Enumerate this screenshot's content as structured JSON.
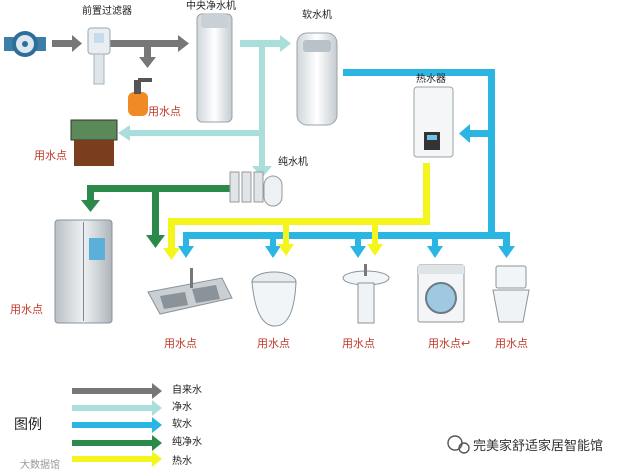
{
  "colors": {
    "tap_water": "#777777",
    "clean_water": "#a9dedb",
    "soft_water": "#2ab5e3",
    "pure_water": "#2b8a4a",
    "hot_water": "#f5f51e",
    "use_point_text": "#c0392b"
  },
  "devices": {
    "prefilter": "前置过滤器",
    "central_purifier": "中央净水机",
    "softener": "软水机",
    "water_heater": "热水器",
    "pure_water_machine": "纯水机"
  },
  "use_point": "用水点",
  "use_point_washer": "用水点↩",
  "legend": {
    "title": "图例",
    "items": [
      {
        "label": "自来水",
        "color": "#777777"
      },
      {
        "label": "净水",
        "color": "#a9dedb"
      },
      {
        "label": "软水",
        "color": "#2ab5e3"
      },
      {
        "label": "纯净水",
        "color": "#2b8a4a"
      },
      {
        "label": "热水",
        "color": "#f5f51e"
      }
    ]
  },
  "watermark_right": "完美家舒适家居智能馆",
  "watermark_left": "大数据馆"
}
